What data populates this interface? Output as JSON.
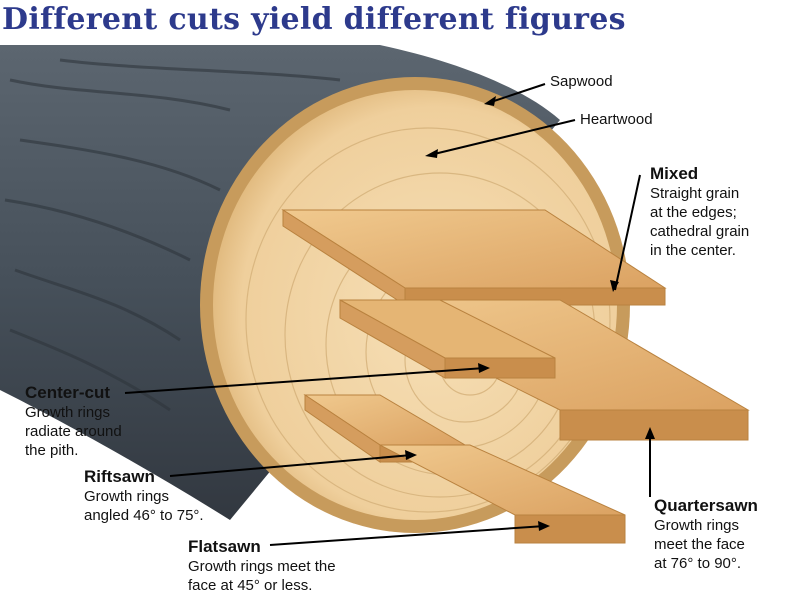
{
  "title": "Different cuts yield different figures",
  "labels": {
    "sapwood": "Sapwood",
    "heartwood": "Heartwood",
    "mixed": {
      "head": "Mixed",
      "desc": "Straight grain\nat the edges;\ncathedral grain\nin the center."
    },
    "center_cut": {
      "head": "Center-cut",
      "desc": "Growth rings\nradiate around\nthe pith."
    },
    "riftsawn": {
      "head": "Riftsawn",
      "desc": "Growth rings\nangled 46° to 75°."
    },
    "quartersawn": {
      "head": "Quartersawn",
      "desc": "Growth rings\nmeet the face\nat 76° to 90°."
    },
    "flatsawn": {
      "head": "Flatsawn",
      "desc": "Growth rings meet the\nface at 45° or less."
    }
  },
  "colors": {
    "title": "#2d3a8c",
    "bark": "#4f5963",
    "bark_dark": "#2f353c",
    "wood": "#f2d6a8",
    "ring": "#d4b079",
    "board": "#e8b877",
    "board_edge": "#b9823f",
    "background": "#ffffff"
  }
}
